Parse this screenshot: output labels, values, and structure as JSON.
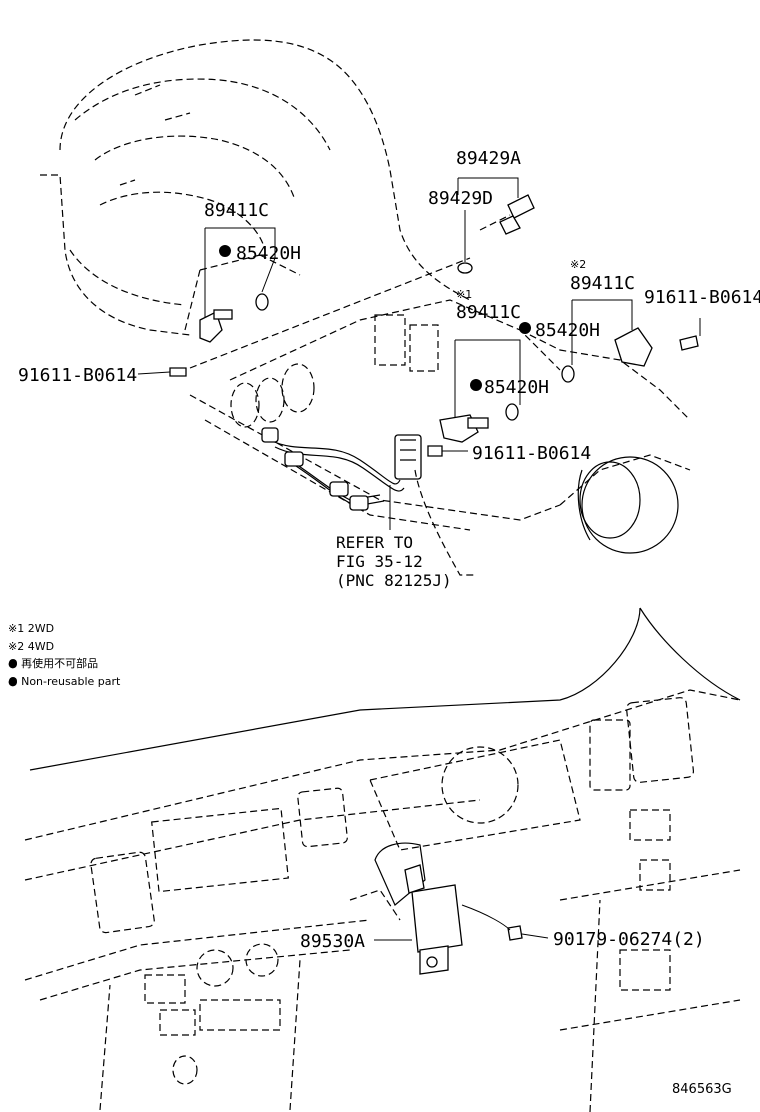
{
  "callouts": {
    "p89429A": "89429A",
    "p89429D": "89429D",
    "p89411C_left": "89411C",
    "p85420H_left": "85420H",
    "p91611_left": "91611-B0614",
    "mark1": "※1",
    "p89411C_mid": "89411C",
    "p85420H_mid": "85420H",
    "p85420H_low": "85420H",
    "p91611_mid": "91611-B0614",
    "mark2": "※2",
    "p89411C_right": "89411C",
    "p91611_right": "91611-B0614",
    "p89530A": "89530A",
    "p90179": "90179-06274(2)"
  },
  "refer": {
    "line1": "REFER TO",
    "line2": "FIG 35-12",
    "line3": "(PNC 82125J)"
  },
  "legend": {
    "note1": "※1 2WD",
    "note2": "※2 4WD",
    "note3": "● 再使用不可部品",
    "note4": "● Non-reusable part"
  },
  "diagram_id": "846563G"
}
